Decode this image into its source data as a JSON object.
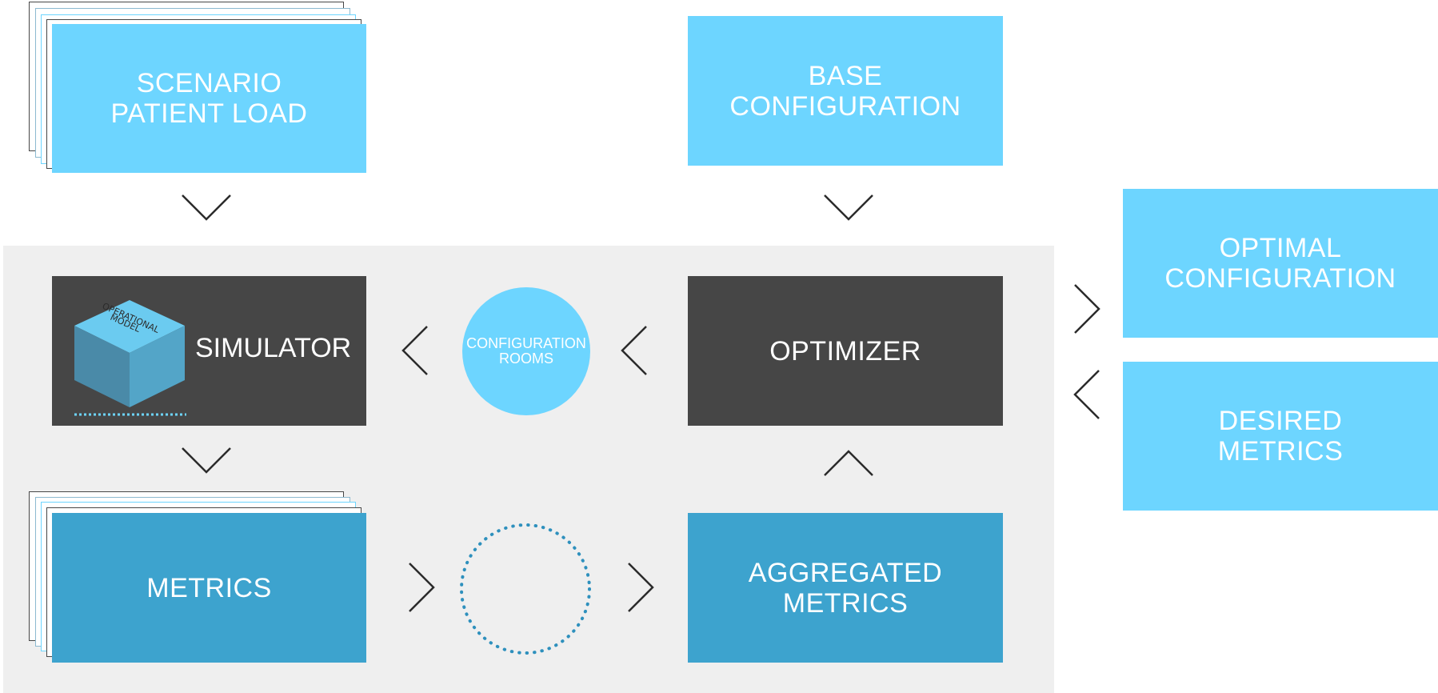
{
  "boxes": {
    "scenario": [
      "SCENARIO",
      "PATIENT LOAD"
    ],
    "base_config": [
      "BASE",
      "CONFIGURATION"
    ],
    "optimal_config": [
      "OPTIMAL",
      "CONFIGURATION"
    ],
    "desired_metrics": [
      "DESIRED",
      "METRICS"
    ],
    "simulator": "SIMULATOR",
    "optimizer": "OPTIMIZER",
    "metrics": "METRICS",
    "aggregated_metrics": [
      "AGGREGATED",
      "METRICS"
    ]
  },
  "config_rooms": [
    "CONFIGURATION",
    "ROOMS"
  ],
  "cube_label": [
    "OPERATIONAL",
    "MODEL"
  ],
  "colors": {
    "light_blue": "#6dd5ff",
    "mid_blue": "#3da3ce",
    "dark_gray": "#464646",
    "panel_gray": "#efefef"
  }
}
